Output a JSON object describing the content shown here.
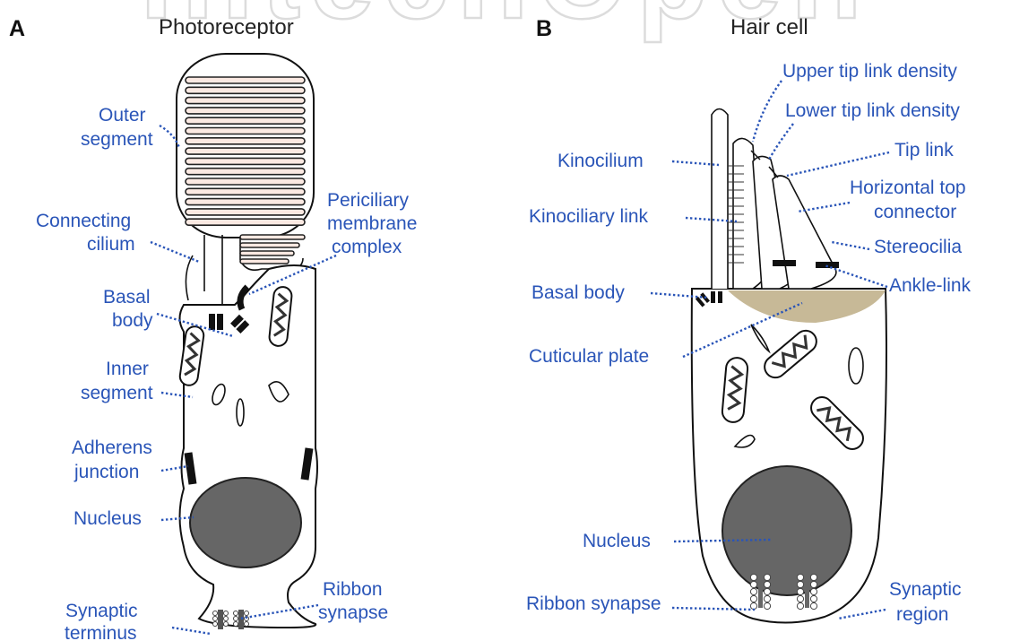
{
  "watermark": "IntechOpen",
  "panel_a": {
    "letter": "A",
    "title": "Photoreceptor",
    "labels": {
      "outer_segment_1": "Outer",
      "outer_segment_2": "segment",
      "connecting_cilium_1": "Connecting",
      "connecting_cilium_2": "cilium",
      "periciliary_1": "Periciliary",
      "periciliary_2": "membrane",
      "periciliary_3": "complex",
      "basal_body_1": "Basal",
      "basal_body_2": "body",
      "inner_segment_1": "Inner",
      "inner_segment_2": "segment",
      "adherens_1": "Adherens",
      "adherens_2": "junction",
      "nucleus": "Nucleus",
      "ribbon_1": "Ribbon",
      "ribbon_2": "synapse",
      "synaptic_terminus_1": "Synaptic",
      "synaptic_terminus_2": "terminus"
    }
  },
  "panel_b": {
    "letter": "B",
    "title": "Hair cell",
    "labels": {
      "upper_tip": "Upper tip link density",
      "lower_tip": "Lower tip link density",
      "tip_link": "Tip link",
      "kinocilium": "Kinocilium",
      "horizontal_1": "Horizontal top",
      "horizontal_2": "connector",
      "kinociliary_link": "Kinociliary link",
      "stereocilia": "Stereocilia",
      "basal_body": "Basal body",
      "ankle_link": "Ankle-link",
      "cuticular_plate": "Cuticular plate",
      "nucleus": "Nucleus",
      "ribbon_synapse": "Ribbon synapse",
      "synaptic_region_1": "Synaptic",
      "synaptic_region_2": "region"
    }
  },
  "colors": {
    "label": "#2a55b8",
    "outline": "#111111",
    "nucleus": "#666666",
    "cuticular_plate": "#c7b997",
    "discs": "#fbe9e2",
    "watermark": "#d9d9d9"
  }
}
